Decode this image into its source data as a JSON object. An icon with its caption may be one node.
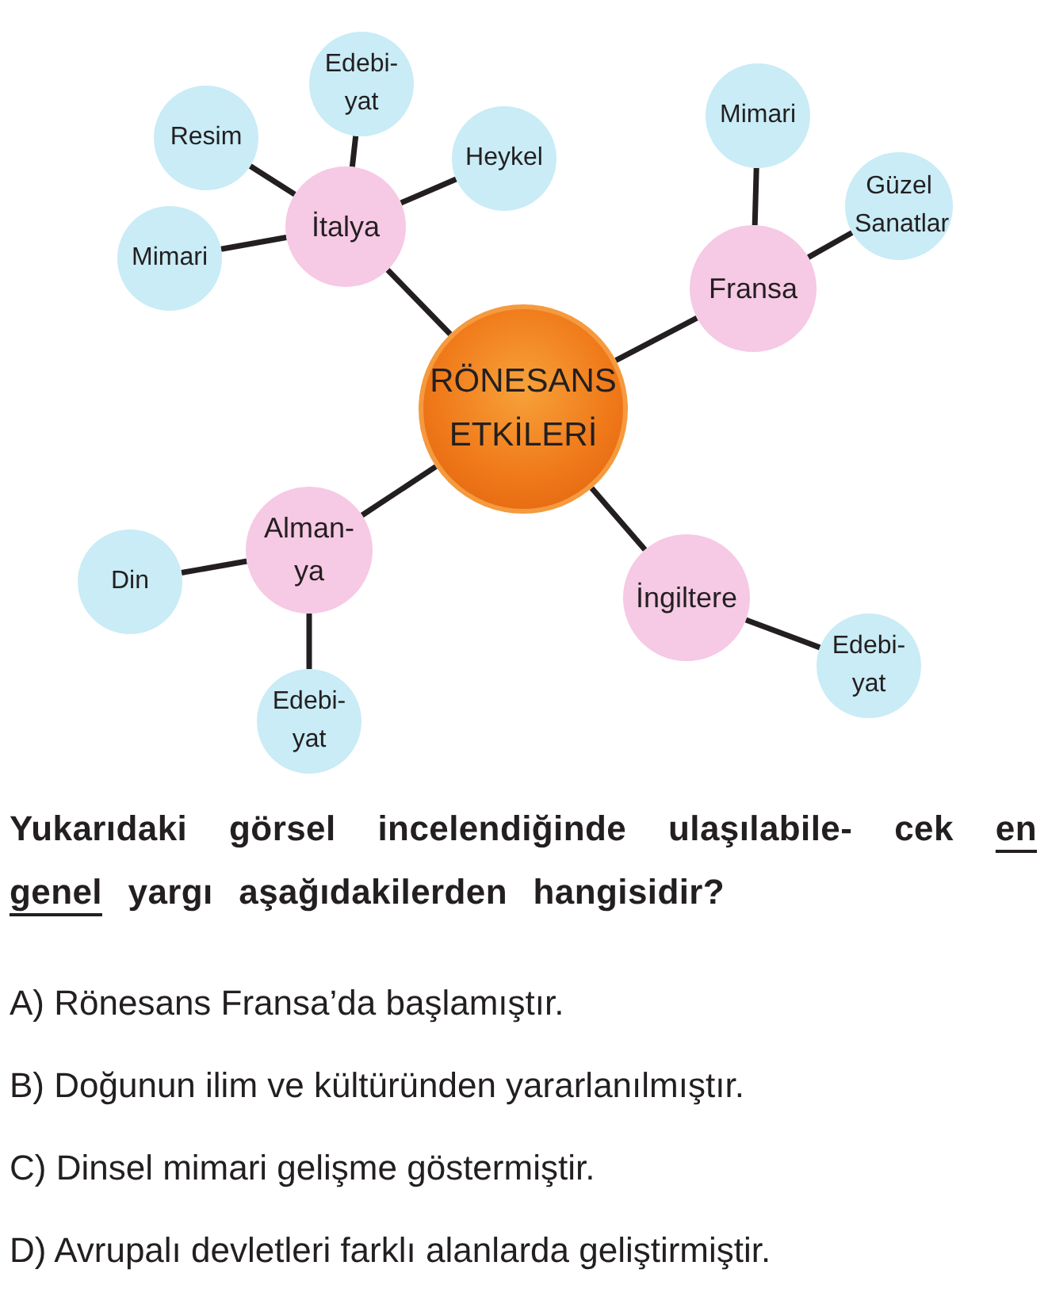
{
  "diagram": {
    "nodes": [
      {
        "text": [
          "RÖNESANS ETKİLERİ"
        ]
      },
      {
        "text": [
          "İtalya"
        ]
      },
      {
        "text": [
          "Resim"
        ]
      },
      {
        "text": [
          "Edebi- yat"
        ]
      },
      {
        "text": [
          "Heykel"
        ]
      },
      {
        "text": [
          "Mimari"
        ]
      },
      {
        "text": [
          "Fransa"
        ]
      },
      {
        "text": [
          "Mimari"
        ]
      },
      {
        "text": [
          "Güzel Sanatlar"
        ]
      },
      {
        "text": [
          "Alman- ya"
        ]
      },
      {
        "text": [
          "Din"
        ]
      },
      {
        "text": [
          "Edebi- yat"
        ]
      },
      {
        "text": [
          "İngiltere"
        ]
      },
      {
        "text": [
          "Edebi- yat"
        ]
      }
    ],
    "edges": [
      {
        "from": 0,
        "to": 1,
        "arrow": "none"
      },
      {
        "from": 1,
        "to": 2,
        "arrow": "none"
      },
      {
        "from": 1,
        "to": 3,
        "arrow": "none"
      },
      {
        "from": 1,
        "to": 4,
        "arrow": "none"
      },
      {
        "from": 1,
        "to": 5,
        "arrow": "none"
      },
      {
        "from": 0,
        "to": 6,
        "arrow": "none"
      },
      {
        "from": 6,
        "to": 7,
        "arrow": "none"
      },
      {
        "from": 6,
        "to": 8,
        "arrow": "none"
      },
      {
        "from": 0,
        "to": 9,
        "arrow": "none"
      },
      {
        "from": 9,
        "to": 10,
        "arrow": "none"
      },
      {
        "from": 9,
        "to": 11,
        "arrow": "none"
      },
      {
        "from": 0,
        "to": 12,
        "arrow": "none"
      },
      {
        "from": 12,
        "to": 13,
        "arrow": "none"
      }
    ],
    "labels": [
      "Yukarıdaki görsel incelendiğinde ulaşılabile- cek *en genel* yargı aşağıdakilerden hangisidir?",
      "A) Rönesans Fransa’da başlamıştır.",
      "B) Doğunun ilim ve kültüründen yararlanılmıştır.",
      "C) Dinsel mimari gelişme göstermiştir.",
      "D) Avrupalı devletleri farklı alanlarda geliştirmiştir."
    ]
  }
}
